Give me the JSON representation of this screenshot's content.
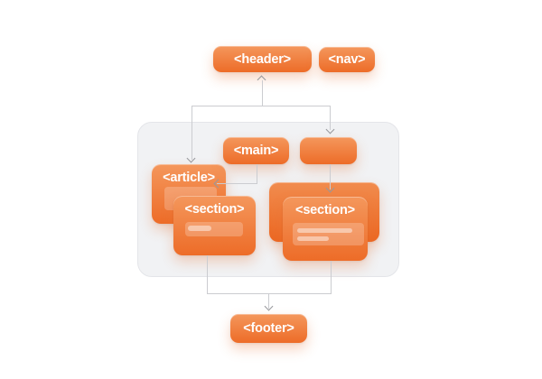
{
  "diagram": {
    "description": "HTML semantic layout diagram showing document structure tags connected by arrows",
    "nodes": {
      "header": {
        "label": "<header>"
      },
      "nav": {
        "label": "<nav>"
      },
      "main": {
        "label": "<main>"
      },
      "unlabeled": {
        "label": ""
      },
      "article": {
        "label": "<article>"
      },
      "section_left": {
        "label": "<section>"
      },
      "section_right": {
        "label": "<section>"
      },
      "footer": {
        "label": "<footer>"
      }
    },
    "edges": [
      {
        "from": "content-bracket",
        "to": "header",
        "arrow": "up"
      },
      {
        "from": "content-bracket",
        "to": "article",
        "arrow": "down"
      },
      {
        "from": "content-bracket",
        "to": "unlabeled",
        "arrow": "down"
      },
      {
        "from": "main",
        "to": "article",
        "arrow": "left"
      },
      {
        "from": "unlabeled",
        "to": "section_right",
        "arrow": "down"
      },
      {
        "from": "sections-bracket",
        "to": "footer",
        "arrow": "down"
      }
    ],
    "colors": {
      "node_gradient_top": "#f4975c",
      "node_gradient_bottom": "#ed6c28",
      "back_node_top": "#f18c4e",
      "back_node_bottom": "#ec6722",
      "container_fill": "#f1f2f4",
      "container_border": "#e4e5e9",
      "connector_line": "#cbccd0",
      "arrowhead": "#97989c",
      "label_text": "#ffffff",
      "background": "#ffffff"
    }
  }
}
